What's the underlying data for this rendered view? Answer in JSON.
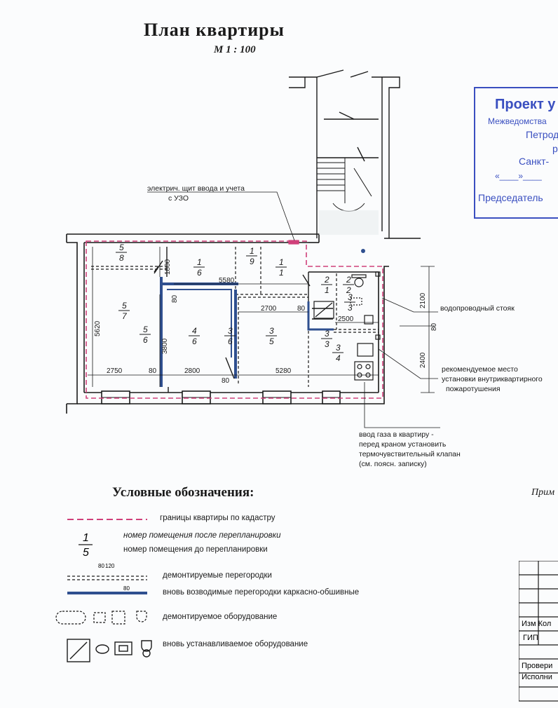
{
  "title": "План квартиры",
  "scale": "М 1 : 100",
  "callouts": {
    "electric_panel_line1": "электрич. щит ввода и учета",
    "electric_panel_line2": "с УЗО",
    "riser": "водопроводный стояк",
    "fire_place_line1": "рекомендуемое место",
    "fire_place_line2": "установки внутриквартирного",
    "fire_place_line3": "пожаротушения",
    "gas_line1": "ввод газа в квартиру -",
    "gas_line2": "перед краном установить",
    "gas_line3": "термочувствительный клапан",
    "gas_line4": "(см. поясн. записку)"
  },
  "dimensions": [
    "5620",
    "1800",
    "3800",
    "5580",
    "2700",
    "80",
    "2500",
    "2750",
    "2800",
    "5280",
    "2100",
    "2400"
  ],
  "rooms": [
    {
      "new": "5",
      "old": "8"
    },
    {
      "new": "5",
      "old": "7"
    },
    {
      "new": "5",
      "old": "6"
    },
    {
      "new": "1",
      "old": "6"
    },
    {
      "new": "1",
      "old": "9"
    },
    {
      "new": "1",
      "old": "1"
    },
    {
      "new": "4",
      "old": "6"
    },
    {
      "new": "3",
      "old": "6"
    },
    {
      "new": "3",
      "old": "5"
    },
    {
      "new": "2",
      "old": "1"
    },
    {
      "new": "2",
      "old": "2"
    },
    {
      "new": "3",
      "old": "3"
    },
    {
      "new": "3",
      "old": "3"
    },
    {
      "new": "3",
      "old": "4"
    }
  ],
  "legend": {
    "title": "Условные обозначения:",
    "items": [
      "границы квартиры по кадастру",
      "номер помещения после перепланировки",
      "номер помещения до перепланировки",
      "демонтируемые перегородки",
      "вновь возводимые перегородки каркасно-обшивные",
      "демонтируемое оборудование",
      "вновь устанавливаемое оборудование"
    ],
    "sample_fraction": {
      "top": "1",
      "bottom": "5"
    },
    "sample_dims": [
      "80",
      "120",
      "80"
    ]
  },
  "stamp": {
    "line1": "Проект у",
    "line2": "Межведомства",
    "line3": "Петрод",
    "line4": "р",
    "line5": "Санкт-",
    "line6": "«____»____",
    "line7": "Председатель"
  },
  "prim": "Прим",
  "title_block": {
    "row1": "Изм Кол",
    "row2": "ГИП",
    "row3": "Провери",
    "row4": "Исполни"
  },
  "colors": {
    "cadastre_border": "#d0407a",
    "new_partition": "#2f4f8f",
    "stamp": "#3a4fc0",
    "wall": "#1a1a1a"
  }
}
